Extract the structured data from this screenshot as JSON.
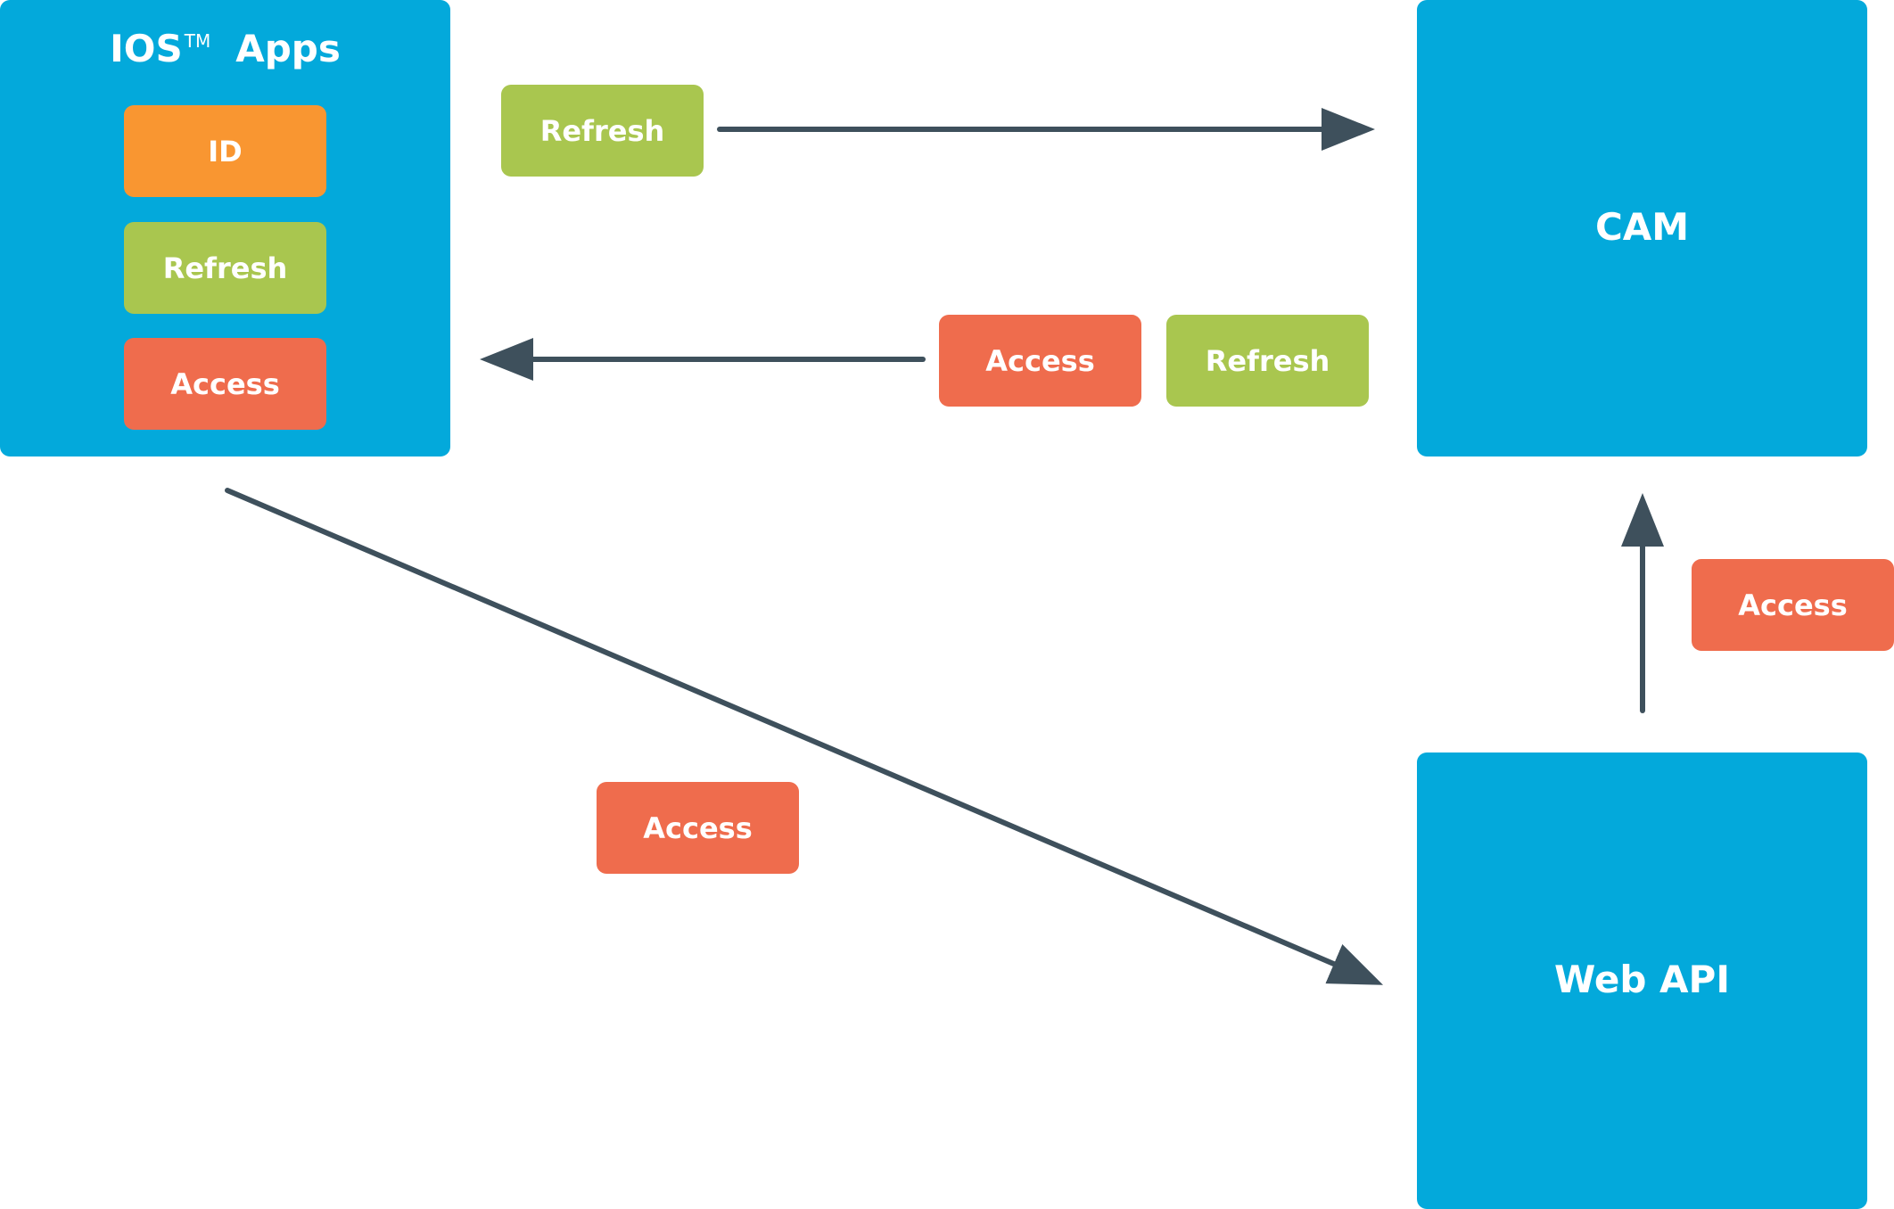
{
  "nodes": {
    "ios": {
      "title_main": "IOS",
      "title_sup": "TM",
      "title_suffix": "Apps",
      "tokens": [
        {
          "kind": "id",
          "label": "ID"
        },
        {
          "kind": "refresh",
          "label": "Refresh"
        },
        {
          "kind": "access",
          "label": "Access"
        }
      ]
    },
    "cam": {
      "label": "CAM"
    },
    "webapi": {
      "label": "Web API"
    }
  },
  "flows": {
    "ios_to_cam": {
      "tokens": [
        {
          "kind": "refresh",
          "label": "Refresh"
        }
      ]
    },
    "cam_to_ios": {
      "tokens": [
        {
          "kind": "access",
          "label": "Access"
        },
        {
          "kind": "refresh",
          "label": "Refresh"
        }
      ]
    },
    "ios_to_webapi": {
      "tokens": [
        {
          "kind": "access",
          "label": "Access"
        }
      ]
    },
    "webapi_to_cam": {
      "tokens": [
        {
          "kind": "access",
          "label": "Access"
        }
      ]
    }
  },
  "colors": {
    "node": "#03a9db",
    "id": "#f99631",
    "refresh": "#a9c64f",
    "access": "#ef6c4d",
    "arrow": "#3e505c"
  }
}
